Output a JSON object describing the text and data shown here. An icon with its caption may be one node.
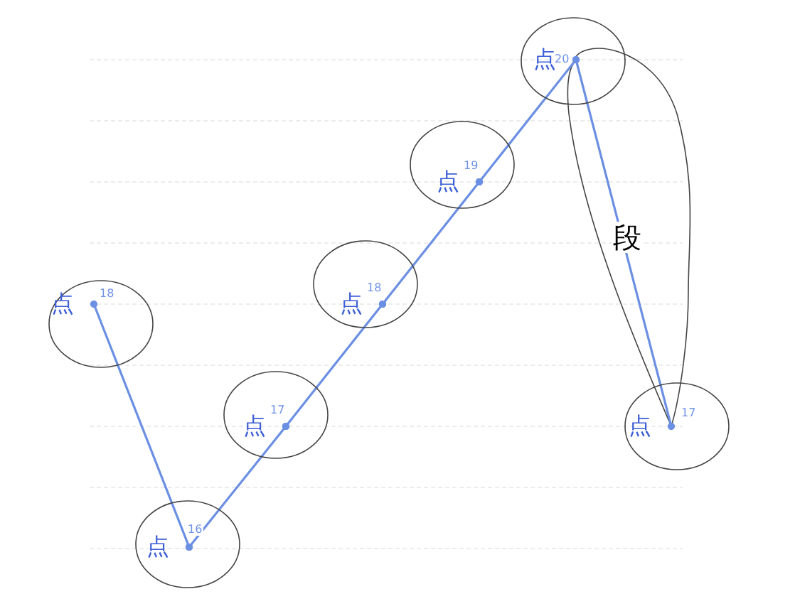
{
  "diagram": {
    "nodes": [
      {
        "text": [
          "点",
          "18"
        ]
      },
      {
        "text": [
          "点",
          "16"
        ]
      },
      {
        "text": [
          "点",
          "17"
        ]
      },
      {
        "text": [
          "点",
          "18"
        ]
      },
      {
        "text": [
          "点",
          "19"
        ]
      },
      {
        "text": [
          "点",
          "20"
        ]
      },
      {
        "text": [
          "点",
          "17"
        ]
      }
    ],
    "edges": [
      {
        "from": 0,
        "to": 1,
        "arrow": "other"
      },
      {
        "from": 1,
        "to": 2,
        "arrow": "other"
      },
      {
        "from": 2,
        "to": 3,
        "arrow": "other"
      },
      {
        "from": 3,
        "to": 4,
        "arrow": "other"
      },
      {
        "from": 4,
        "to": 5,
        "arrow": "other"
      },
      {
        "from": 5,
        "to": 6,
        "arrow": "other",
        "label": "段"
      }
    ]
  }
}
